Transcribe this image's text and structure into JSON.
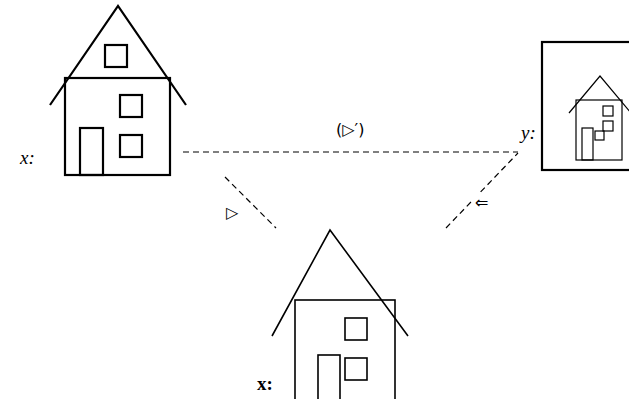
{
  "diagram": {
    "nodes": [
      {
        "text": [
          "x:"
        ]
      },
      {
        "text": [
          "y:"
        ]
      },
      {
        "text": [
          "x:"
        ]
      }
    ],
    "edges": [
      {
        "from": 0,
        "to": 1,
        "arrow": "none",
        "label": "(▷′)"
      },
      {
        "from": 0,
        "to": 2,
        "arrow": "none",
        "label": "▷"
      },
      {
        "from": 2,
        "to": 1,
        "arrow": "none",
        "label": "⇐"
      }
    ]
  }
}
